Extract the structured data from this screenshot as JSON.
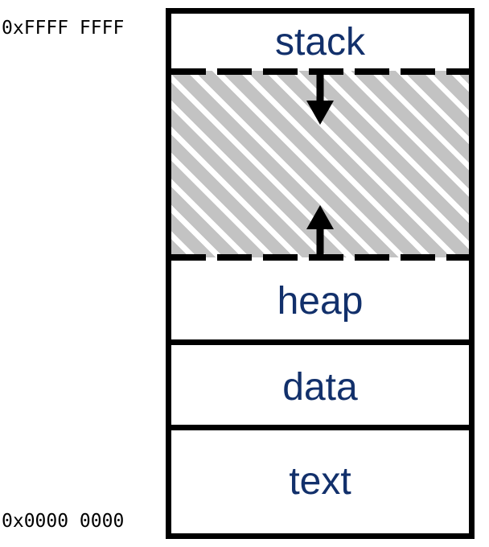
{
  "diagram": {
    "title": "process-memory-layout",
    "accent_color": "#12306B",
    "hatch_color": "#C3C3C3",
    "line_color": "#000000",
    "background_color": "#FFFFFF"
  },
  "addresses": {
    "top": "0xFFFF FFFF",
    "bottom": "0x0000 0000"
  },
  "regions": [
    {
      "id": "stack",
      "label": "stack",
      "boundary_below": "dashed"
    },
    {
      "id": "gap",
      "label": "",
      "boundary_below": "dashed",
      "fill": "diagonal-hatch"
    },
    {
      "id": "heap",
      "label": "heap",
      "boundary_below": "solid"
    },
    {
      "id": "data",
      "label": "data",
      "boundary_below": "solid"
    },
    {
      "id": "text",
      "label": "text",
      "boundary_below": "box-border"
    }
  ],
  "arrows": [
    {
      "id": "stack-growth",
      "direction": "down",
      "from": "stack",
      "into": "gap"
    },
    {
      "id": "heap-growth",
      "direction": "up",
      "from": "heap",
      "into": "gap"
    }
  ]
}
